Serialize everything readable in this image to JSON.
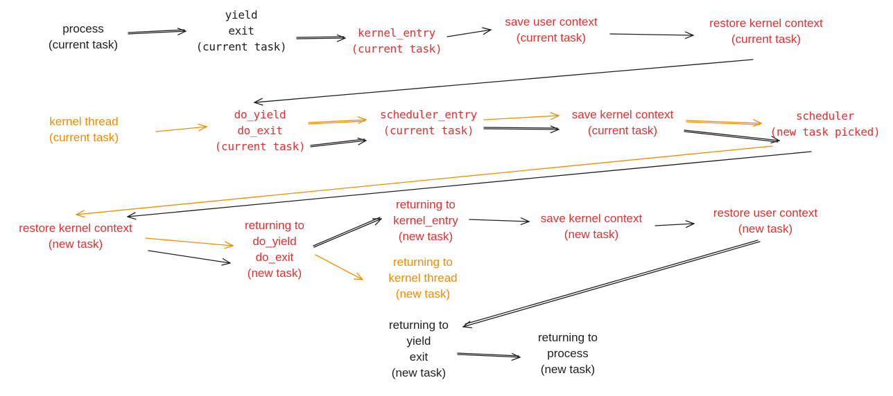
{
  "colors": {
    "black": "#1e1e1e",
    "red": "#e03131",
    "orange": "#f08c00"
  },
  "nodes": {
    "process": [
      "process",
      "(current task)"
    ],
    "yield_exit_1": [
      "yield",
      "exit",
      "(current task)"
    ],
    "kernel_entry_1": [
      "kernel_entry",
      "(current task)"
    ],
    "save_user_context_1": [
      "save user context",
      "(current task)"
    ],
    "restore_kernel_context_1": [
      "restore kernel context",
      "(current task)"
    ],
    "kernel_thread_1": [
      "kernel thread",
      "(current task)"
    ],
    "do_yield_do_exit_1": [
      "do_yield",
      "do_exit",
      "(current task)"
    ],
    "scheduler_entry": [
      "scheduler_entry",
      "(current task)"
    ],
    "save_kernel_context_1": [
      "save kernel context",
      "(current task)"
    ],
    "scheduler": [
      "scheduler",
      "(new task picked)"
    ],
    "restore_kernel_context_2": [
      "restore kernel context",
      "(new task)"
    ],
    "returning_do_yield": [
      "returning to",
      "do_yield",
      "do_exit",
      "(new task)"
    ],
    "returning_kernel_entry": [
      "returning to",
      "kernel_entry",
      "(new task)"
    ],
    "returning_kernel_thread": [
      "returning to",
      "kernel thread",
      "(new task)"
    ],
    "save_kernel_context_2": [
      "save kernel context",
      "(new task)"
    ],
    "restore_user_context": [
      "restore user context",
      "(new task)"
    ],
    "returning_yield_exit": [
      "returning to",
      "yield",
      "exit",
      "(new task)"
    ],
    "returning_process": [
      "returning to",
      "process",
      "(new task)"
    ]
  }
}
